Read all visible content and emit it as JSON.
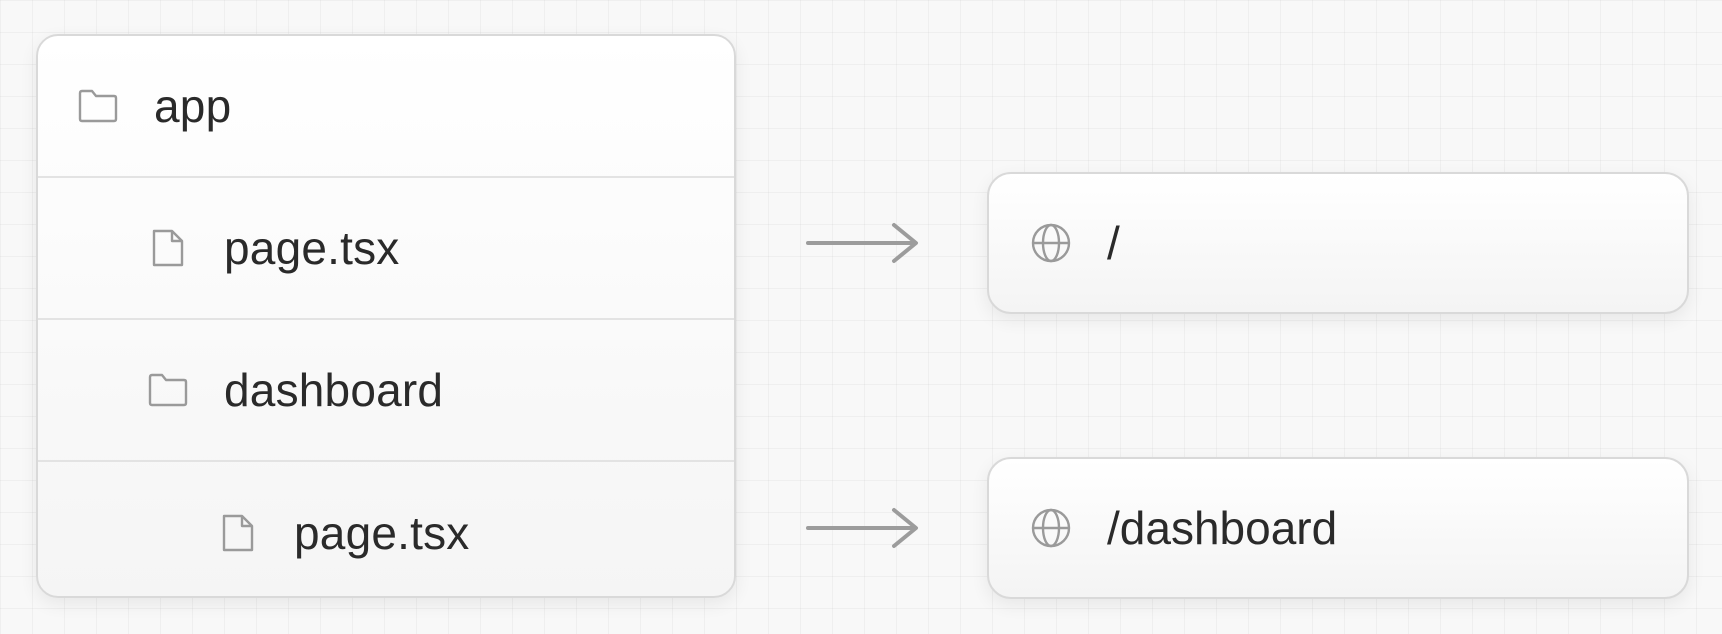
{
  "tree": {
    "items": [
      {
        "label": "app",
        "icon": "folder-icon"
      },
      {
        "label": "page.tsx",
        "icon": "file-icon"
      },
      {
        "label": "dashboard",
        "icon": "folder-icon"
      },
      {
        "label": "page.tsx",
        "icon": "file-icon"
      }
    ]
  },
  "routes": [
    {
      "label": "/",
      "icon": "globe-icon"
    },
    {
      "label": "/dashboard",
      "icon": "globe-icon"
    }
  ],
  "colors": {
    "icon": "#9a9a9a",
    "arrow": "#9c9c9c",
    "text": "#2a2a2a",
    "border": "#d9d9d9"
  }
}
